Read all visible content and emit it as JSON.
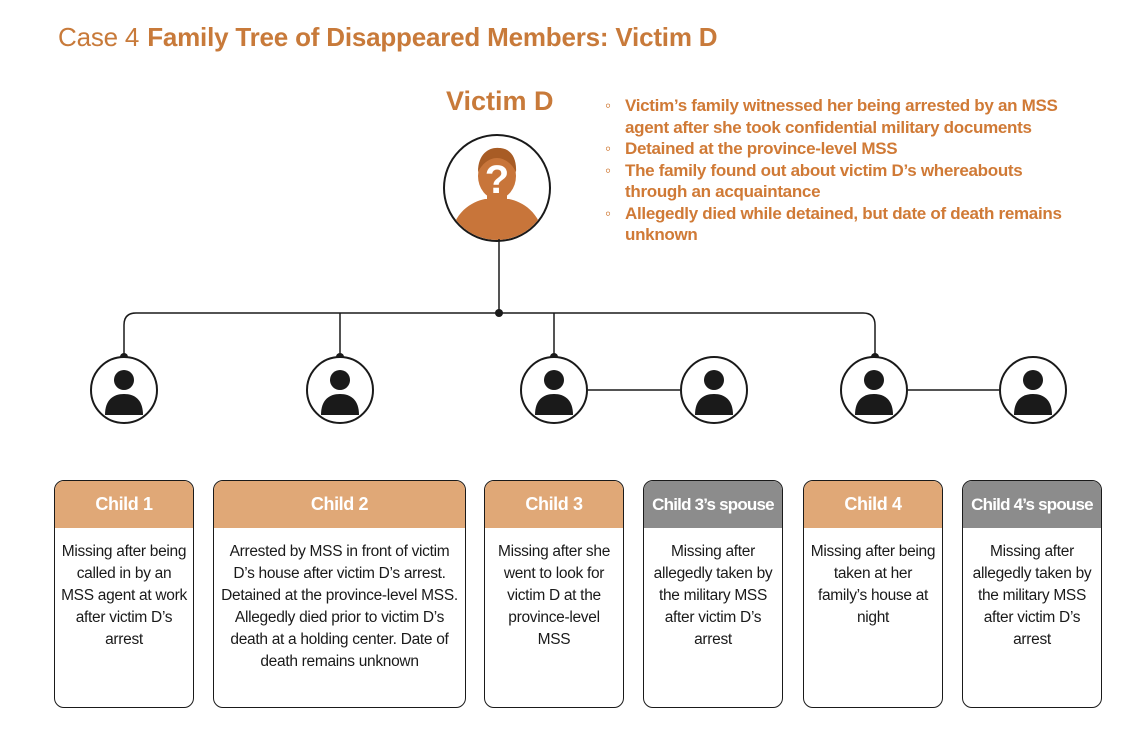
{
  "title": {
    "case": "Case 4",
    "main": "Family Tree of Disappeared Members: Victim D"
  },
  "victim": {
    "name": "Victim D",
    "icon": "unknown-person-question-icon",
    "facts": [
      "Victim’s family witnessed her being arrested by an MSS agent after she took confidential military documents",
      "Detained at the province-level MSS",
      "The family found out about victim D’s whereabouts through an acquaintance",
      "Allegedly died while detained, but date of death remains unknown"
    ]
  },
  "colors": {
    "accent": "#c87a3a",
    "header_orange": "#e0a877",
    "header_gray": "#8c8c8c",
    "victim_fill": "#c8753a"
  },
  "members": [
    {
      "header": "Child 1",
      "header_style": "orange",
      "description": "Missing after being called in by an MSS agent at work after victim D’s arrest"
    },
    {
      "header": "Child 2",
      "header_style": "orange",
      "description": "Arrested by MSS in front of victim D’s house after victim D’s arrest. Detained at the province-level MSS. Allegedly died prior to victim D’s death at a holding center. Date of death remains unknown"
    },
    {
      "header": "Child 3",
      "header_style": "orange",
      "description": "Missing after she went to look for victim D at the province-level MSS"
    },
    {
      "header": "Child 3’s spouse",
      "header_style": "gray",
      "description": "Missing after allegedly taken by the military MSS after victim D’s arrest"
    },
    {
      "header": "Child 4",
      "header_style": "orange",
      "description": "Missing after being taken at her family’s house at night"
    },
    {
      "header": "Child 4’s spouse",
      "header_style": "gray",
      "description": "Missing after allegedly taken by the military MSS after victim D’s arrest"
    }
  ]
}
